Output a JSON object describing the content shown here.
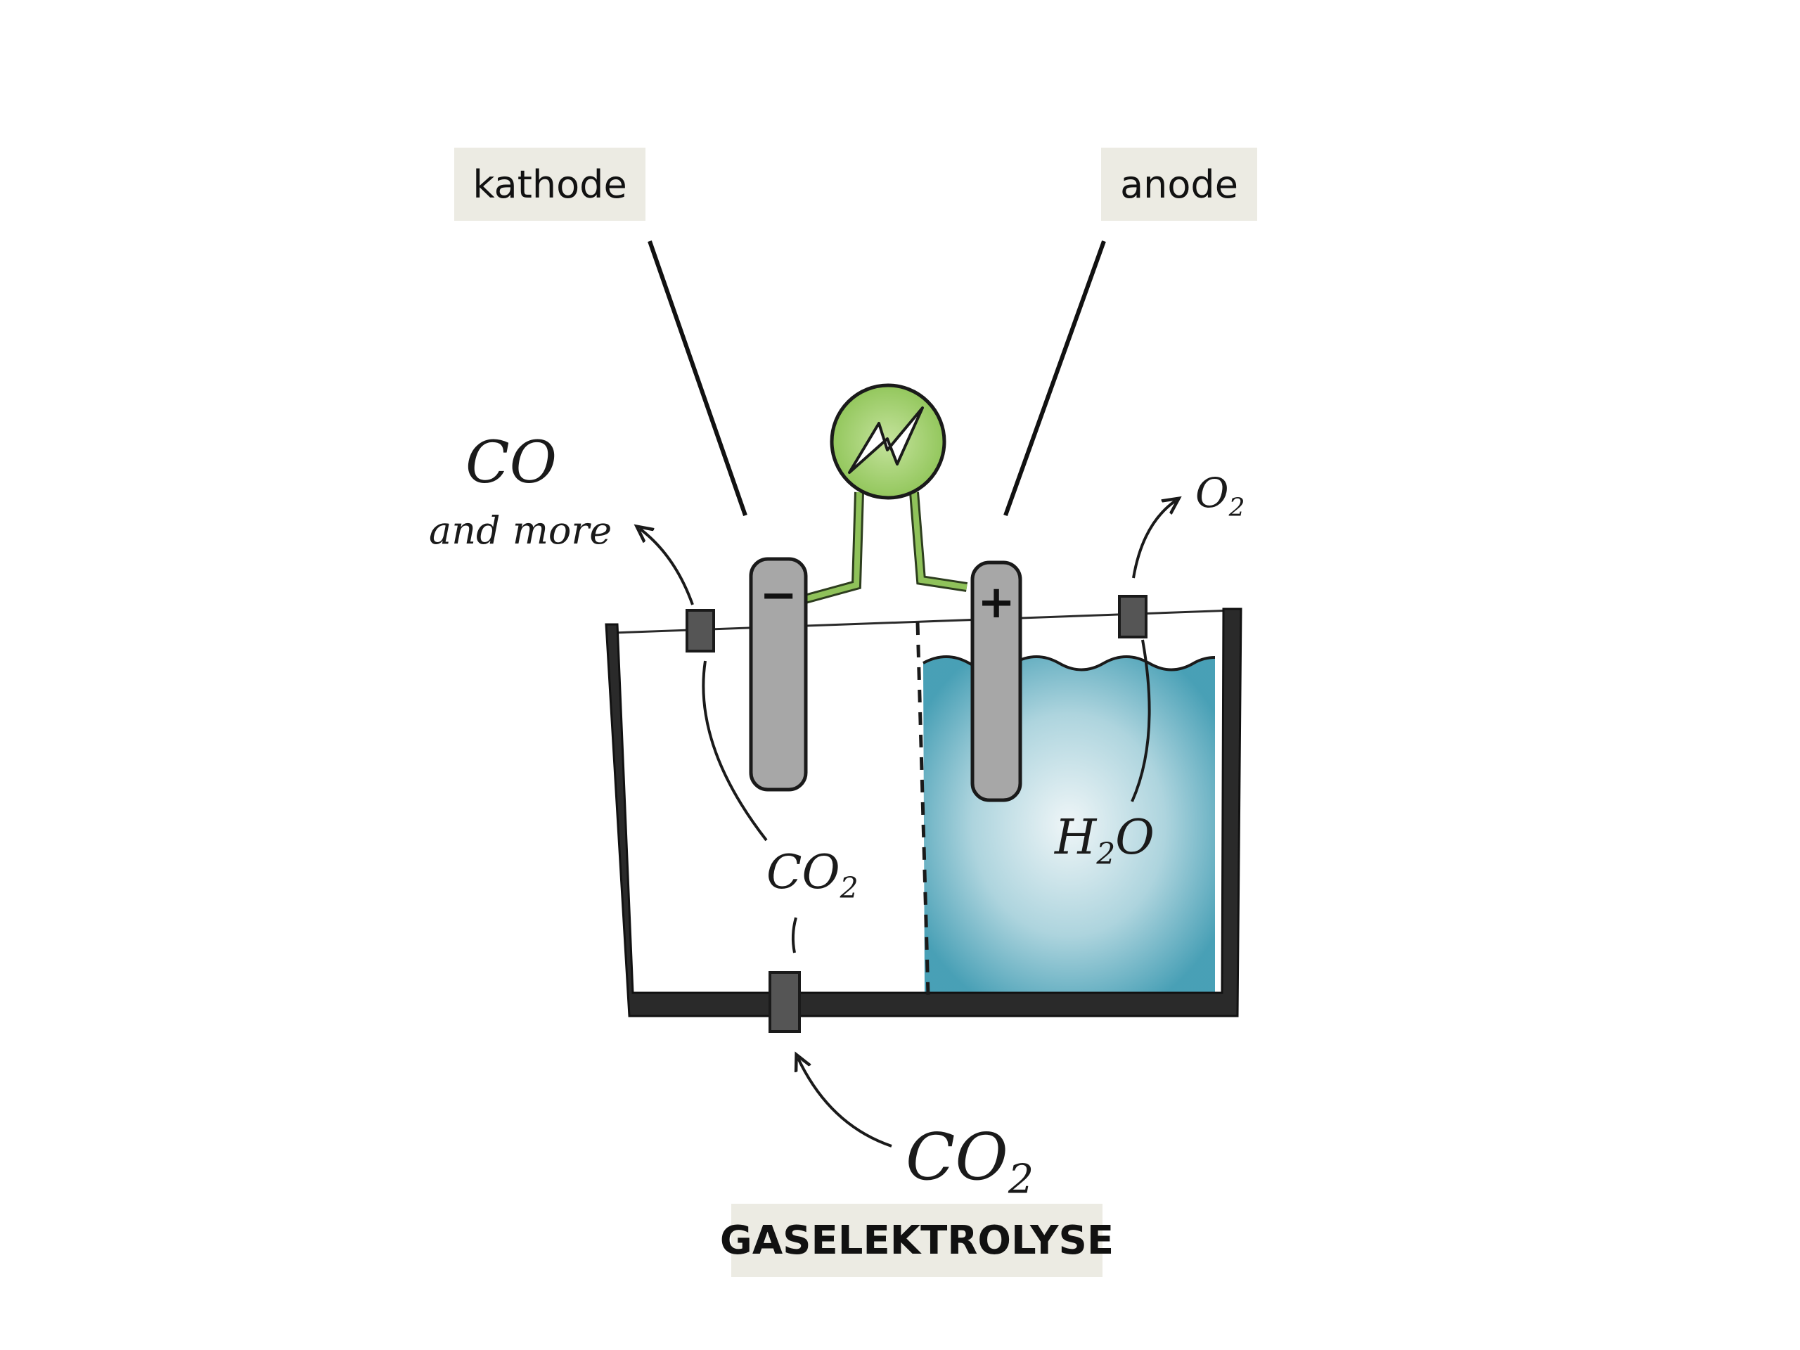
{
  "labels": {
    "cathode": "kathode",
    "anode": "anode",
    "title": "GASELEKTROLYSE"
  },
  "handwritten": {
    "cathode_product": "CO",
    "cathode_product_note": "and more",
    "anode_product_base": "O",
    "anode_product_sub": "2",
    "inner_reactant_base": "CO",
    "inner_reactant_sub": "2",
    "electrolyte_base": "H",
    "electrolyte_sub": "2",
    "electrolyte_tail": "O",
    "feed_base": "CO",
    "feed_sub": "2"
  },
  "electrodes": {
    "cathode_sign": "−",
    "anode_sign": "+"
  },
  "colors": {
    "label_background": "#ecebe3",
    "water": "#4fa3b8",
    "power_source": "#9fcd6a",
    "wire": "#8fc25a",
    "electrode": "#a7a7a7",
    "vessel": "#2a2a2a"
  },
  "icons": {
    "power_source": "lightning-bolt-icon"
  }
}
